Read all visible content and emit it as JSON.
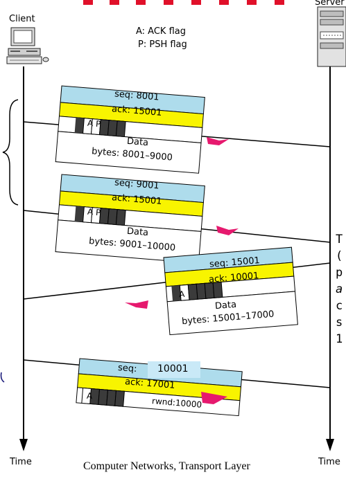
{
  "header": {
    "client_label": "Client",
    "server_label": "Server"
  },
  "legend": {
    "ack_flag": "A: ACK flag",
    "psh_flag": "P: PSH flag"
  },
  "segments": [
    {
      "seq": "seq: 8001",
      "ack": "ack: 15001",
      "flag1": "A",
      "flag2": "P",
      "data_title": "Data",
      "bytes": "bytes: 8001–9000"
    },
    {
      "seq": "seq: 9001",
      "ack": "ack: 15001",
      "flag1": "A",
      "flag2": "P",
      "data_title": "Data",
      "bytes": "bytes: 9001–10000"
    },
    {
      "seq": "seq: 15001",
      "ack": "ack: 10001",
      "flag1": "A",
      "data_title": "Data",
      "bytes": "bytes: 15001–17000"
    },
    {
      "seq": "seq:",
      "seq_highlight": "10001",
      "ack": "ack: 17001",
      "flag1": "A",
      "rwnd": "rwnd:10000"
    }
  ],
  "time_left": "Time",
  "time_right": "Time",
  "footer": "Computer Networks, Transport Layer",
  "right_edge_text": [
    "T",
    "(",
    "p",
    "a",
    "c",
    "s",
    "1"
  ],
  "colors": {
    "seq_bg": "#aedcec",
    "ack_bg": "#f8f400",
    "arrow": "#e6196e",
    "flag_dark": "#3b3b3b",
    "highlight": "#c9e9f7"
  }
}
